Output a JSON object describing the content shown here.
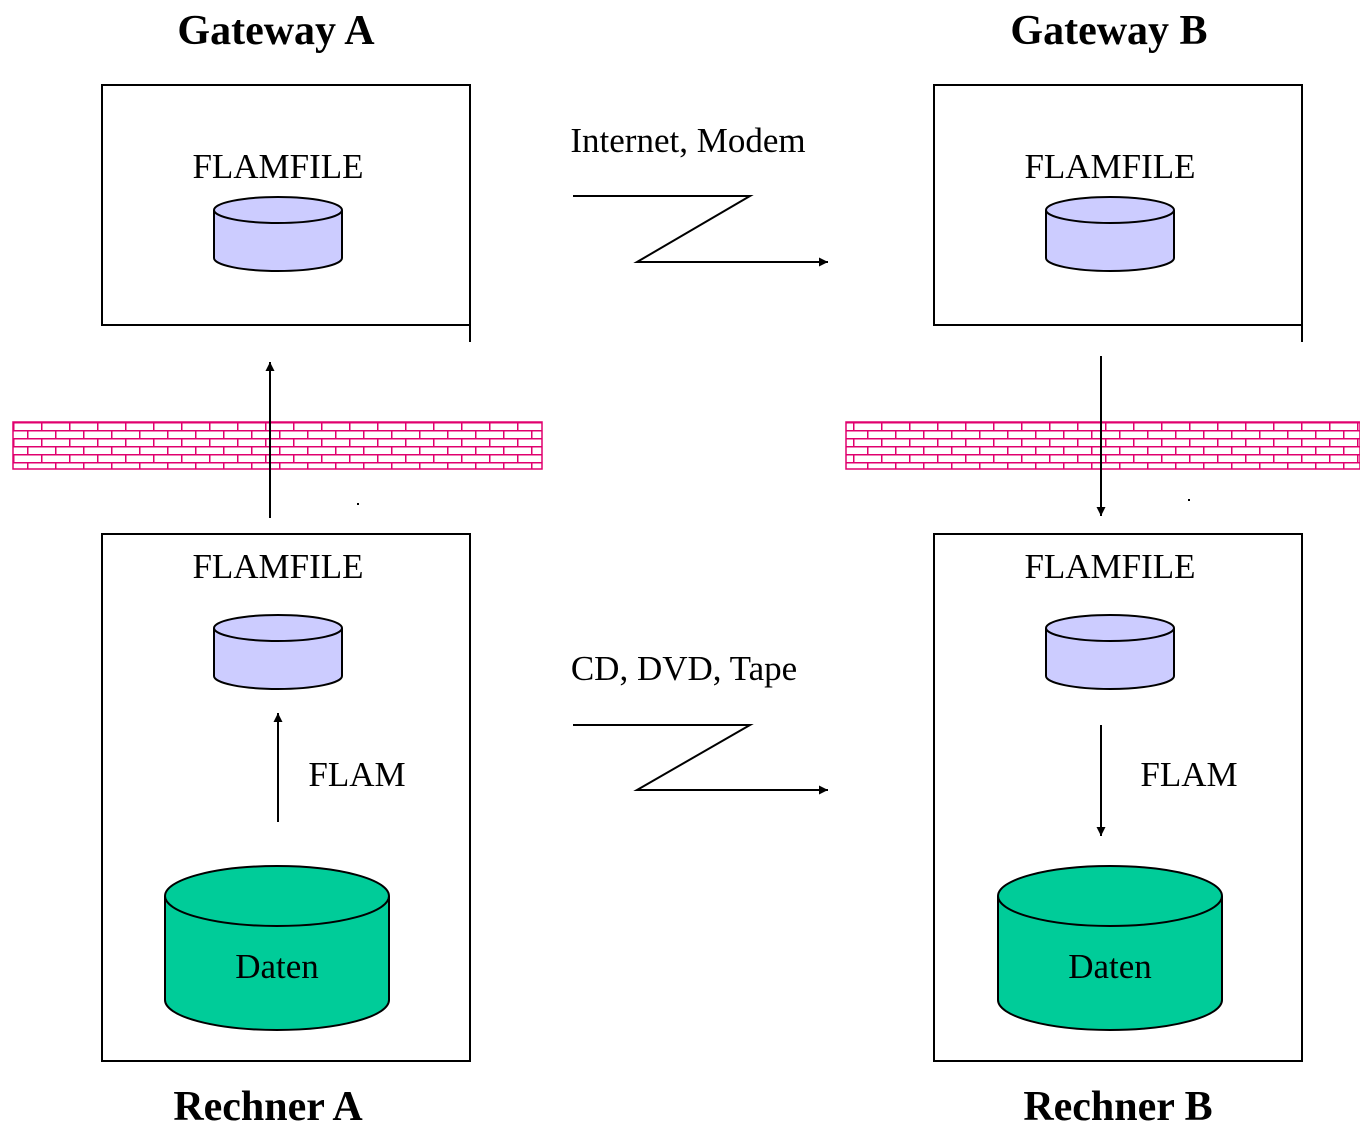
{
  "gateways": {
    "a": {
      "title": "Gateway A",
      "store_label": "FLAMFILE"
    },
    "b": {
      "title": "Gateway B",
      "store_label": "FLAMFILE"
    }
  },
  "computers": {
    "a": {
      "title": "Rechner A",
      "store_label": "FLAMFILE",
      "process_label": "FLAM",
      "data_label": "Daten"
    },
    "b": {
      "title": "Rechner B",
      "store_label": "FLAMFILE",
      "process_label": "FLAM",
      "data_label": "Daten"
    }
  },
  "links": {
    "network": "Internet, Modem",
    "media": "CD, DVD, Tape"
  },
  "colors": {
    "flamfile_fill": "#ccccff",
    "data_fill": "#00cc99",
    "firewall_fill": "#ffffff",
    "firewall_mortar": "#e0006e"
  }
}
